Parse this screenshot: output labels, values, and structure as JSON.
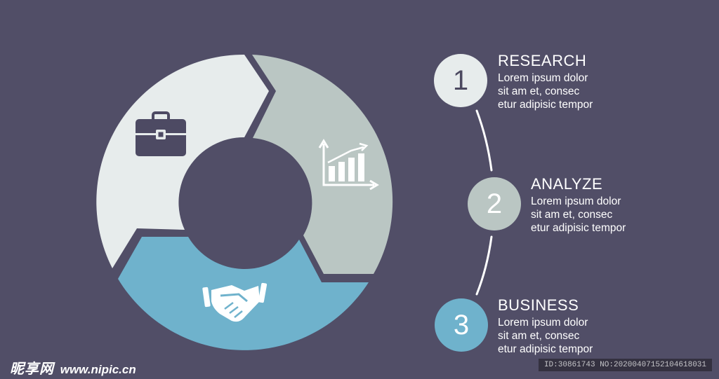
{
  "colors": {
    "background": "#514e67",
    "segment_research": "#e7ecec",
    "segment_analyze": "#bac6c3",
    "segment_business": "#6fb2cc",
    "circle_1": "#e7ecec",
    "circle_2": "#bac6c3",
    "circle_3": "#6fb2cc"
  },
  "icons": {
    "research": "briefcase-icon",
    "analyze": "bar-chart-growth-icon",
    "business": "handshake-icon"
  },
  "steps": [
    {
      "number": "1",
      "title": "RESEARCH",
      "lines": [
        "Lorem ipsum dolor",
        "sit am et, consec",
        "etur adipisic tempor"
      ]
    },
    {
      "number": "2",
      "title": "ANALYZE",
      "lines": [
        "Lorem ipsum dolor",
        "sit am et, consec",
        "etur adipisic tempor"
      ]
    },
    {
      "number": "3",
      "title": "BUSINESS",
      "lines": [
        "Lorem ipsum dolor",
        "sit am et, consec",
        "etur adipisic tempor"
      ]
    }
  ],
  "watermark": {
    "site_cn": "昵享网",
    "site_url": "www.nipic.cn"
  },
  "id_tag": "ID:30861743 NO:20200407152104618031"
}
